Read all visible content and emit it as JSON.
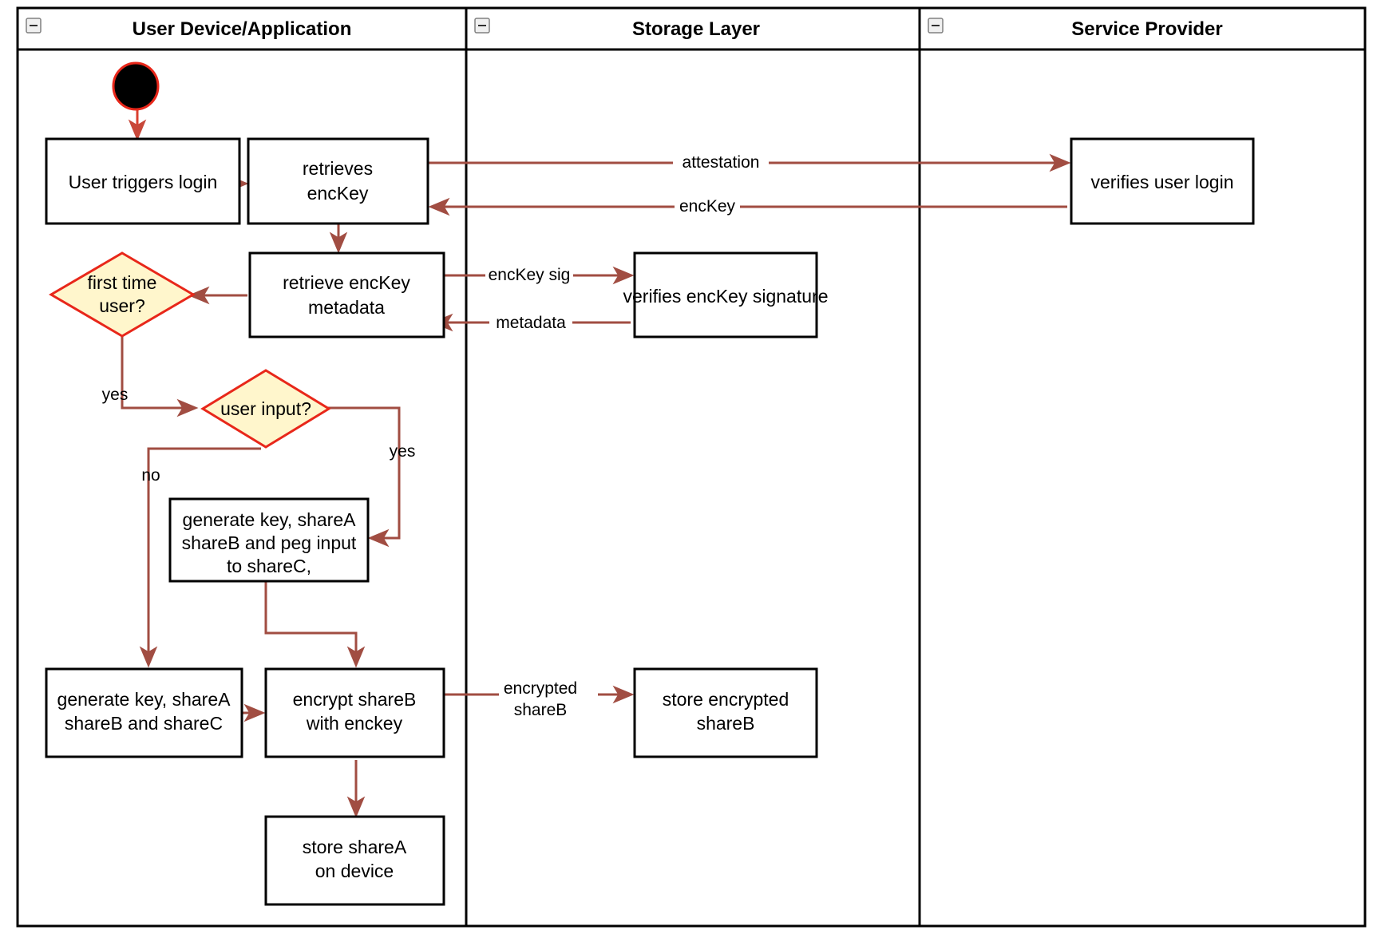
{
  "diagram": {
    "type": "uml-activity-swimlane",
    "title_visible": false,
    "colors": {
      "flow_arrow": "#a14d42",
      "decision_fill": "#fff6cc",
      "decision_stroke": "#e8271a",
      "node_stroke": "#000000",
      "node_fill": "#ffffff",
      "start_node_fill": "#000000",
      "start_node_stroke": "#e8271a",
      "lane_border": "#000000"
    }
  },
  "lanes": [
    {
      "id": "user-device",
      "title": "User Device/Application",
      "collapse_icon": "minus-icon"
    },
    {
      "id": "storage-layer",
      "title": "Storage Layer",
      "collapse_icon": "minus-icon"
    },
    {
      "id": "service-provider",
      "title": "Service Provider",
      "collapse_icon": "minus-icon"
    }
  ],
  "nodes": [
    {
      "id": "start",
      "lane": "user-device",
      "shape": "initial-node",
      "label": ""
    },
    {
      "id": "user-triggers-login",
      "lane": "user-device",
      "shape": "activity",
      "lines": [
        "User triggers login"
      ]
    },
    {
      "id": "retrieves-enckey",
      "lane": "user-device",
      "shape": "activity",
      "lines": [
        "retrieves",
        "encKey"
      ]
    },
    {
      "id": "verifies-user-login",
      "lane": "service-provider",
      "shape": "activity",
      "lines": [
        "verifies user login"
      ]
    },
    {
      "id": "retrieve-enckey-metadata",
      "lane": "user-device",
      "shape": "activity",
      "lines": [
        "retrieve encKey",
        "metadata"
      ]
    },
    {
      "id": "verifies-enckey-signature",
      "lane": "storage-layer",
      "shape": "activity",
      "lines": [
        "verifies encKey signature"
      ]
    },
    {
      "id": "first-time-user",
      "lane": "user-device",
      "shape": "decision",
      "lines": [
        "first time",
        "user?"
      ]
    },
    {
      "id": "user-input",
      "lane": "user-device",
      "shape": "decision",
      "lines": [
        "user input?"
      ]
    },
    {
      "id": "generate-peg-input",
      "lane": "user-device",
      "shape": "activity",
      "lines": [
        "generate key, shareA",
        "shareB and peg input",
        "to shareC,"
      ]
    },
    {
      "id": "generate-key-shares",
      "lane": "user-device",
      "shape": "activity",
      "lines": [
        "generate key, shareA",
        "shareB and shareC"
      ]
    },
    {
      "id": "encrypt-shareb",
      "lane": "user-device",
      "shape": "activity",
      "lines": [
        "encrypt shareB",
        "with enckey"
      ]
    },
    {
      "id": "store-encrypted-shareb",
      "lane": "storage-layer",
      "shape": "activity",
      "lines": [
        "store encrypted",
        "shareB"
      ]
    },
    {
      "id": "store-sharea-on-device",
      "lane": "user-device",
      "shape": "activity",
      "lines": [
        "store shareA",
        "on device"
      ]
    }
  ],
  "edges": [
    {
      "id": "e-start-login",
      "from": "start",
      "to": "user-triggers-login",
      "label": ""
    },
    {
      "id": "e-login-retrieves",
      "from": "user-triggers-login",
      "to": "retrieves-enckey",
      "label": ""
    },
    {
      "id": "e-attestation",
      "from": "retrieves-enckey",
      "to": "verifies-user-login",
      "label": "attestation"
    },
    {
      "id": "e-enckey",
      "from": "verifies-user-login",
      "to": "retrieves-enckey",
      "label": "encKey"
    },
    {
      "id": "e-retrieves-metadata",
      "from": "retrieves-enckey",
      "to": "retrieve-enckey-metadata",
      "label": ""
    },
    {
      "id": "e-enckey-sig",
      "from": "retrieve-enckey-metadata",
      "to": "verifies-enckey-signature",
      "label": "encKey sig"
    },
    {
      "id": "e-metadata",
      "from": "verifies-enckey-signature",
      "to": "retrieve-enckey-metadata",
      "label": "metadata"
    },
    {
      "id": "e-metadata-firsttime",
      "from": "retrieve-enckey-metadata",
      "to": "first-time-user",
      "label": ""
    },
    {
      "id": "e-firsttime-yes",
      "from": "first-time-user",
      "to": "user-input",
      "label": "yes"
    },
    {
      "id": "e-userinput-yes",
      "from": "user-input",
      "to": "generate-peg-input",
      "label": "yes"
    },
    {
      "id": "e-userinput-no",
      "from": "user-input",
      "to": "generate-key-shares",
      "label": "no"
    },
    {
      "id": "e-peg-encrypt",
      "from": "generate-peg-input",
      "to": "encrypt-shareb",
      "label": ""
    },
    {
      "id": "e-shares-encrypt",
      "from": "generate-key-shares",
      "to": "encrypt-shareb",
      "label": ""
    },
    {
      "id": "e-encrypted-shareb",
      "from": "encrypt-shareb",
      "to": "store-encrypted-shareb",
      "label": "encrypted shareB",
      "label_lines": [
        "encrypted",
        "shareB"
      ]
    },
    {
      "id": "e-encrypt-store-sharea",
      "from": "encrypt-shareb",
      "to": "store-sharea-on-device",
      "label": ""
    }
  ],
  "edge_labels": {
    "attestation": "attestation",
    "enckey": "encKey",
    "enckey_sig": "encKey sig",
    "metadata": "metadata",
    "yes_firsttime": "yes",
    "yes_userinput": "yes",
    "no_userinput": "no",
    "encrypted_1": "encrypted",
    "encrypted_2": "shareB"
  },
  "node_text": {
    "user_triggers_login": "User triggers login",
    "retrieves_1": "retrieves",
    "retrieves_2": "encKey",
    "verifies_user_login": "verifies user login",
    "retrieve_meta_1": "retrieve encKey",
    "retrieve_meta_2": "metadata",
    "verifies_enckey_signature": "verifies encKey signature",
    "first_time_1": "first time",
    "first_time_2": "user?",
    "user_input": "user input?",
    "peg_1": "generate key, shareA",
    "peg_2": "shareB and peg input",
    "peg_3": "to shareC,",
    "shares_1": "generate key, shareA",
    "shares_2": "shareB and shareC",
    "encrypt_1": "encrypt shareB",
    "encrypt_2": "with enckey",
    "store_enc_1": "store encrypted",
    "store_enc_2": "shareB",
    "store_sharea_1": "store shareA",
    "store_sharea_2": "on device"
  }
}
